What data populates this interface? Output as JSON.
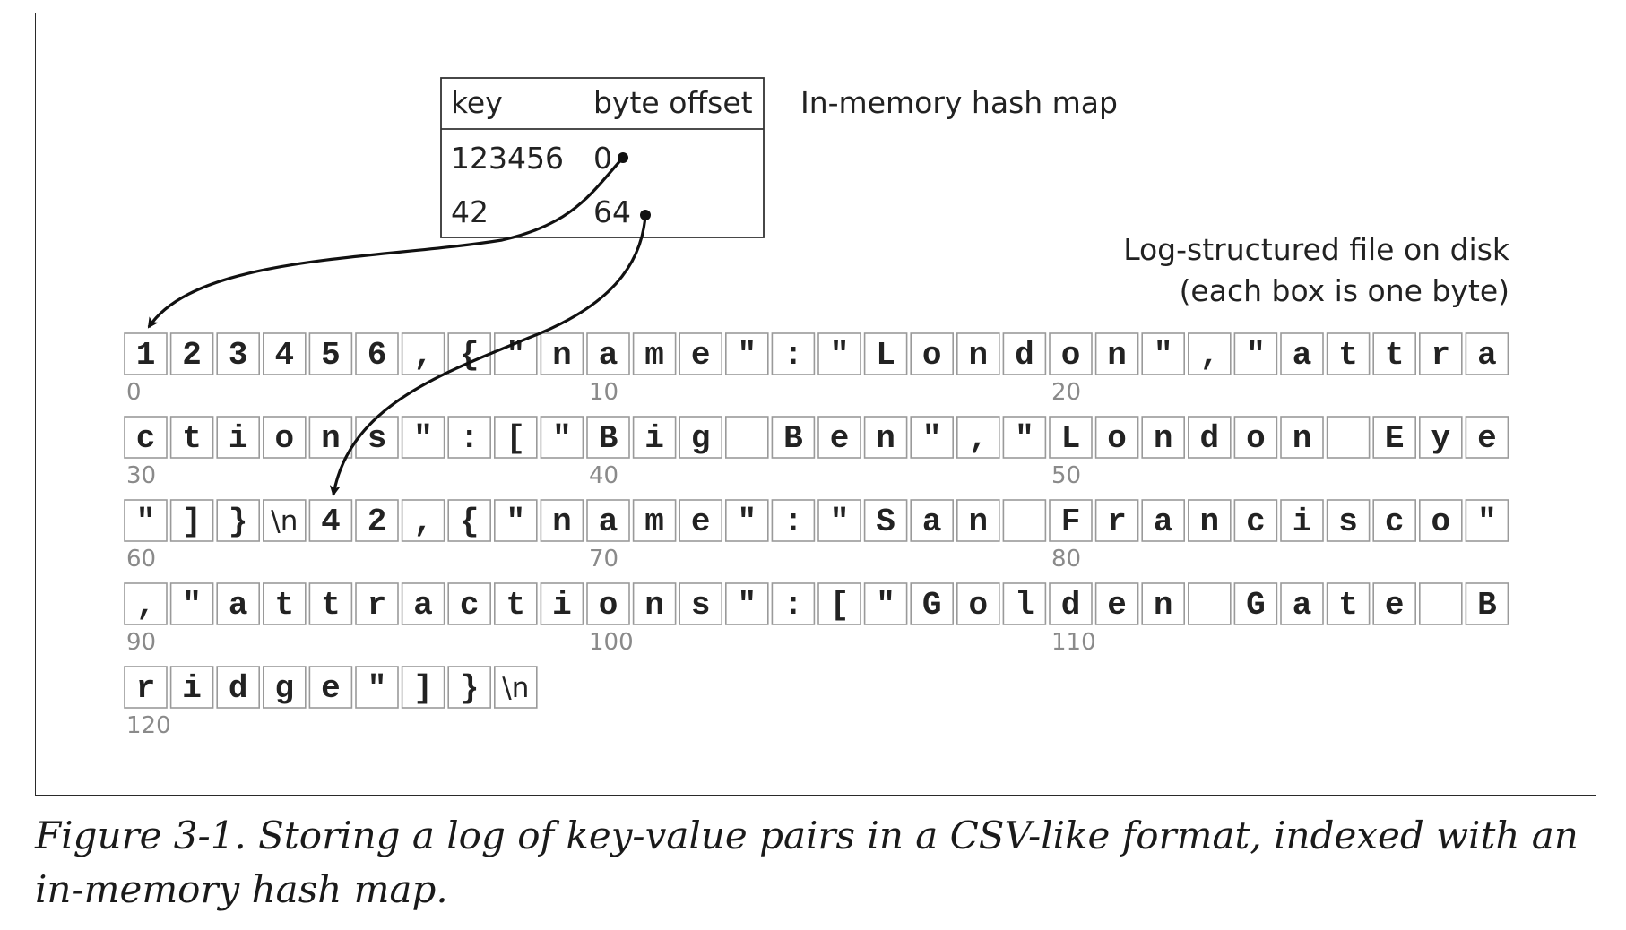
{
  "hash_map": {
    "header_key": "key",
    "header_offset": "byte offset",
    "label": "In-memory hash map",
    "rows": [
      {
        "key": "123456",
        "offset": "0"
      },
      {
        "key": "42",
        "offset": "64"
      }
    ]
  },
  "log_file": {
    "label_line1": "Log-structured file on disk",
    "label_line2": "(each box is one byte)",
    "bytes": [
      "1",
      "2",
      "3",
      "4",
      "5",
      "6",
      ",",
      "{",
      "\"",
      "n",
      "a",
      "m",
      "e",
      "\"",
      ":",
      "\"",
      "L",
      "o",
      "n",
      "d",
      "o",
      "n",
      "\"",
      ",",
      "\"",
      "a",
      "t",
      "t",
      "r",
      "a",
      "c",
      "t",
      "i",
      "o",
      "n",
      "s",
      "\"",
      ":",
      "[",
      "\"",
      "B",
      "i",
      "g",
      " ",
      "B",
      "e",
      "n",
      "\"",
      ",",
      "\"",
      "L",
      "o",
      "n",
      "d",
      "o",
      "n",
      " ",
      "E",
      "y",
      "e",
      "\"",
      "]",
      "}",
      "\\n",
      "4",
      "2",
      ",",
      "{",
      "\"",
      "n",
      "a",
      "m",
      "e",
      "\"",
      ":",
      "\"",
      "S",
      "a",
      "n",
      " ",
      "F",
      "r",
      "a",
      "n",
      "c",
      "i",
      "s",
      "c",
      "o",
      "\"",
      ",",
      "\"",
      "a",
      "t",
      "t",
      "r",
      "a",
      "c",
      "t",
      "i",
      "o",
      "n",
      "s",
      "\"",
      ":",
      "[",
      "\"",
      "G",
      "o",
      "l",
      "d",
      "e",
      "n",
      " ",
      "G",
      "a",
      "t",
      "e",
      " ",
      "B",
      "r",
      "i",
      "d",
      "g",
      "e",
      "\"",
      "]",
      "}",
      "\\n"
    ],
    "offset_labels": [
      {
        "text": "0",
        "index": 0
      },
      {
        "text": "10",
        "index": 10
      },
      {
        "text": "20",
        "index": 20
      },
      {
        "text": "30",
        "index": 30
      },
      {
        "text": "40",
        "index": 40
      },
      {
        "text": "50",
        "index": 50
      },
      {
        "text": "60",
        "index": 60
      },
      {
        "text": "70",
        "index": 70
      },
      {
        "text": "80",
        "index": 80
      },
      {
        "text": "90",
        "index": 90
      },
      {
        "text": "100",
        "index": 100
      },
      {
        "text": "110",
        "index": 110
      },
      {
        "text": "120",
        "index": 120
      }
    ]
  },
  "caption": "Figure 3-1. Storing a log of key-value pairs in a CSV-like format, indexed with an in-memory hash map."
}
